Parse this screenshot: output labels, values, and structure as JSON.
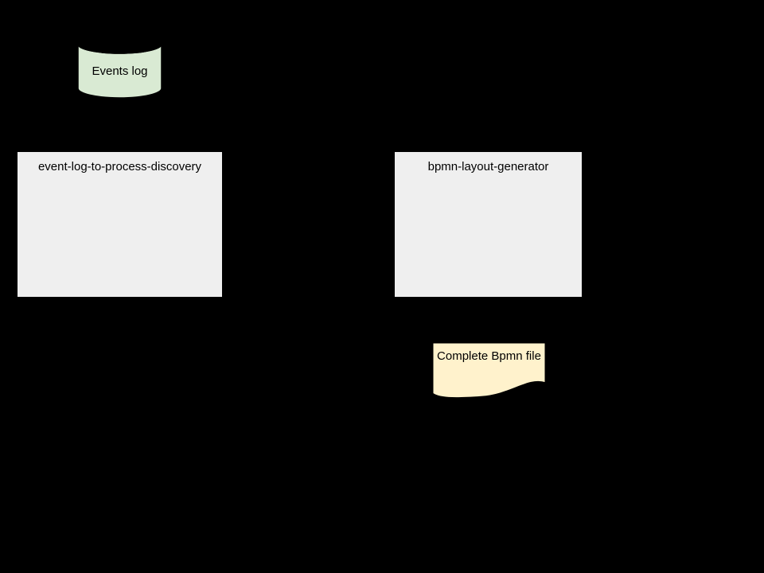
{
  "diagram": {
    "background": "#000000",
    "text_color": "#000000",
    "stroke_color": "#000000",
    "nodes": {
      "events_log": {
        "shape": "cylinder",
        "label": "Events log",
        "fill": "#d9ead3"
      },
      "event_log_to_process_discovery": {
        "shape": "process-box",
        "label": "event-log-to-process-discovery",
        "fill": "#efefef"
      },
      "bpmn_layout_generator": {
        "shape": "process-box",
        "label": "bpmn-layout-generator",
        "fill": "#efefef"
      },
      "complete_bpmn_file": {
        "shape": "document",
        "label": "Complete Bpmn file",
        "fill": "#fff2cc"
      }
    }
  }
}
